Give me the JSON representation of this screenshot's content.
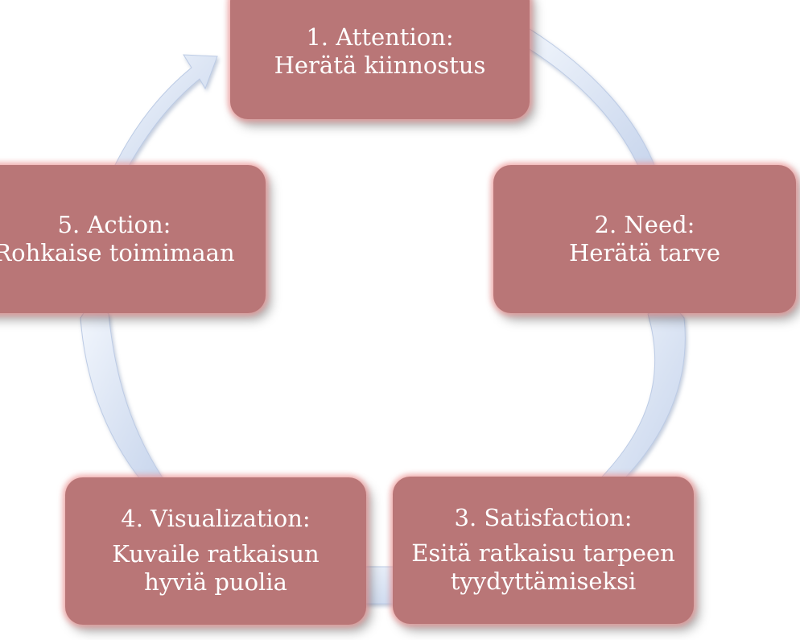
{
  "diagram": {
    "nodes": [
      {
        "id": "n1",
        "title": "1. Attention:",
        "lines": [
          "Herätä kiinnostus"
        ]
      },
      {
        "id": "n2",
        "title": "2. Need:",
        "lines": [
          "Herätä tarve"
        ]
      },
      {
        "id": "n3",
        "title": "3. Satisfaction:",
        "lines": [
          "Esitä ratkaisu tarpeen",
          "tyydyttämiseksi"
        ]
      },
      {
        "id": "n4",
        "title": "4. Visualization:",
        "lines": [
          "Kuvaile ratkaisun",
          "hyviä puolia"
        ]
      },
      {
        "id": "n5",
        "title": "5. Action:",
        "lines": [
          "Rohkaise toimimaan"
        ]
      }
    ],
    "edges": [
      {
        "from": "n1",
        "to": "n2"
      },
      {
        "from": "n2",
        "to": "n3"
      },
      {
        "from": "n3",
        "to": "n4"
      },
      {
        "from": "n4",
        "to": "n5"
      },
      {
        "from": "n5",
        "to": "n1"
      }
    ],
    "colors": {
      "box_fill": "#b97677",
      "box_glow": "#f09696",
      "arrow_fill": "#dde6f5",
      "arrow_edge": "#b8c7e3",
      "text": "#ffffff"
    }
  }
}
